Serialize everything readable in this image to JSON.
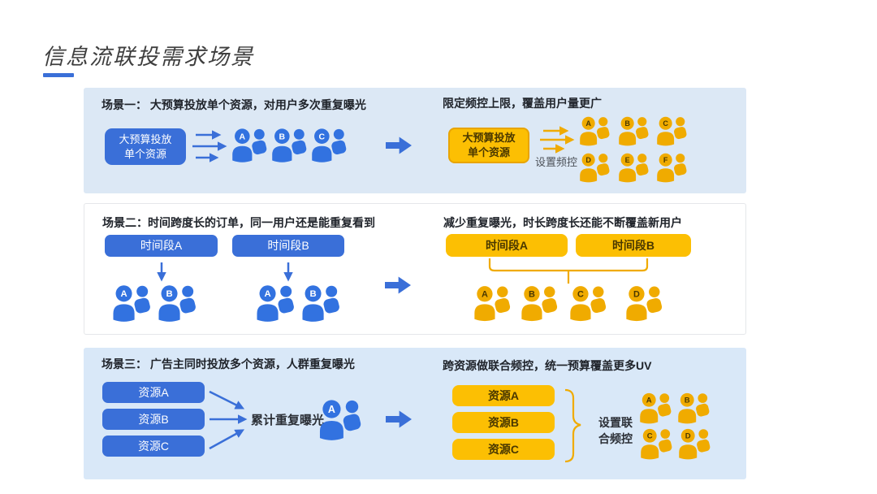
{
  "title": "信息流联投需求场景",
  "colors": {
    "accent_blue": "#3a6fd8",
    "people_blue": "#3272e0",
    "gold": "#f0ab00",
    "gold_box": "#fcbf03",
    "panel_light_blue": "#dce8f5",
    "panel_light_blue_3": "#d9e8f8"
  },
  "panels": [
    {
      "header": "场景一： 大预算投放单个资源，对用户多次重复曝光",
      "left": {
        "box_lines": [
          "大预算投放",
          "单个资源"
        ],
        "groups": [
          "A",
          "B",
          "C"
        ]
      },
      "right": {
        "header": "限定频控上限，覆盖用户量更广",
        "box_lines": [
          "大预算投放",
          "单个资源"
        ],
        "note": "设置频控",
        "groups": [
          "A",
          "B",
          "C",
          "D",
          "E",
          "F"
        ]
      }
    },
    {
      "header": "场景二：时间跨度长的订单，同一用户还是能重复看到",
      "left": {
        "boxes": [
          "时间段A",
          "时间段B"
        ],
        "cluster1": [
          "A",
          "B"
        ],
        "cluster2": [
          "A",
          "B"
        ]
      },
      "right": {
        "header": "减少重复曝光，时长跨度长还能不断覆盖新用户",
        "boxes": [
          "时间段A",
          "时间段B"
        ],
        "groups": [
          "A",
          "B",
          "C",
          "D"
        ]
      }
    },
    {
      "header": "场景三： 广告主同时投放多个资源，人群重复曝光",
      "left": {
        "boxes": [
          "资源A",
          "资源B",
          "资源C"
        ],
        "note": "累计重复曝光",
        "groups": [
          "A"
        ]
      },
      "right": {
        "header": "跨资源做联合频控，统一预算覆盖更多UV",
        "boxes": [
          "资源A",
          "资源B",
          "资源C"
        ],
        "note_lines": [
          "设置联",
          "合频控"
        ],
        "groups": [
          "A",
          "B",
          "C",
          "D"
        ]
      }
    }
  ]
}
